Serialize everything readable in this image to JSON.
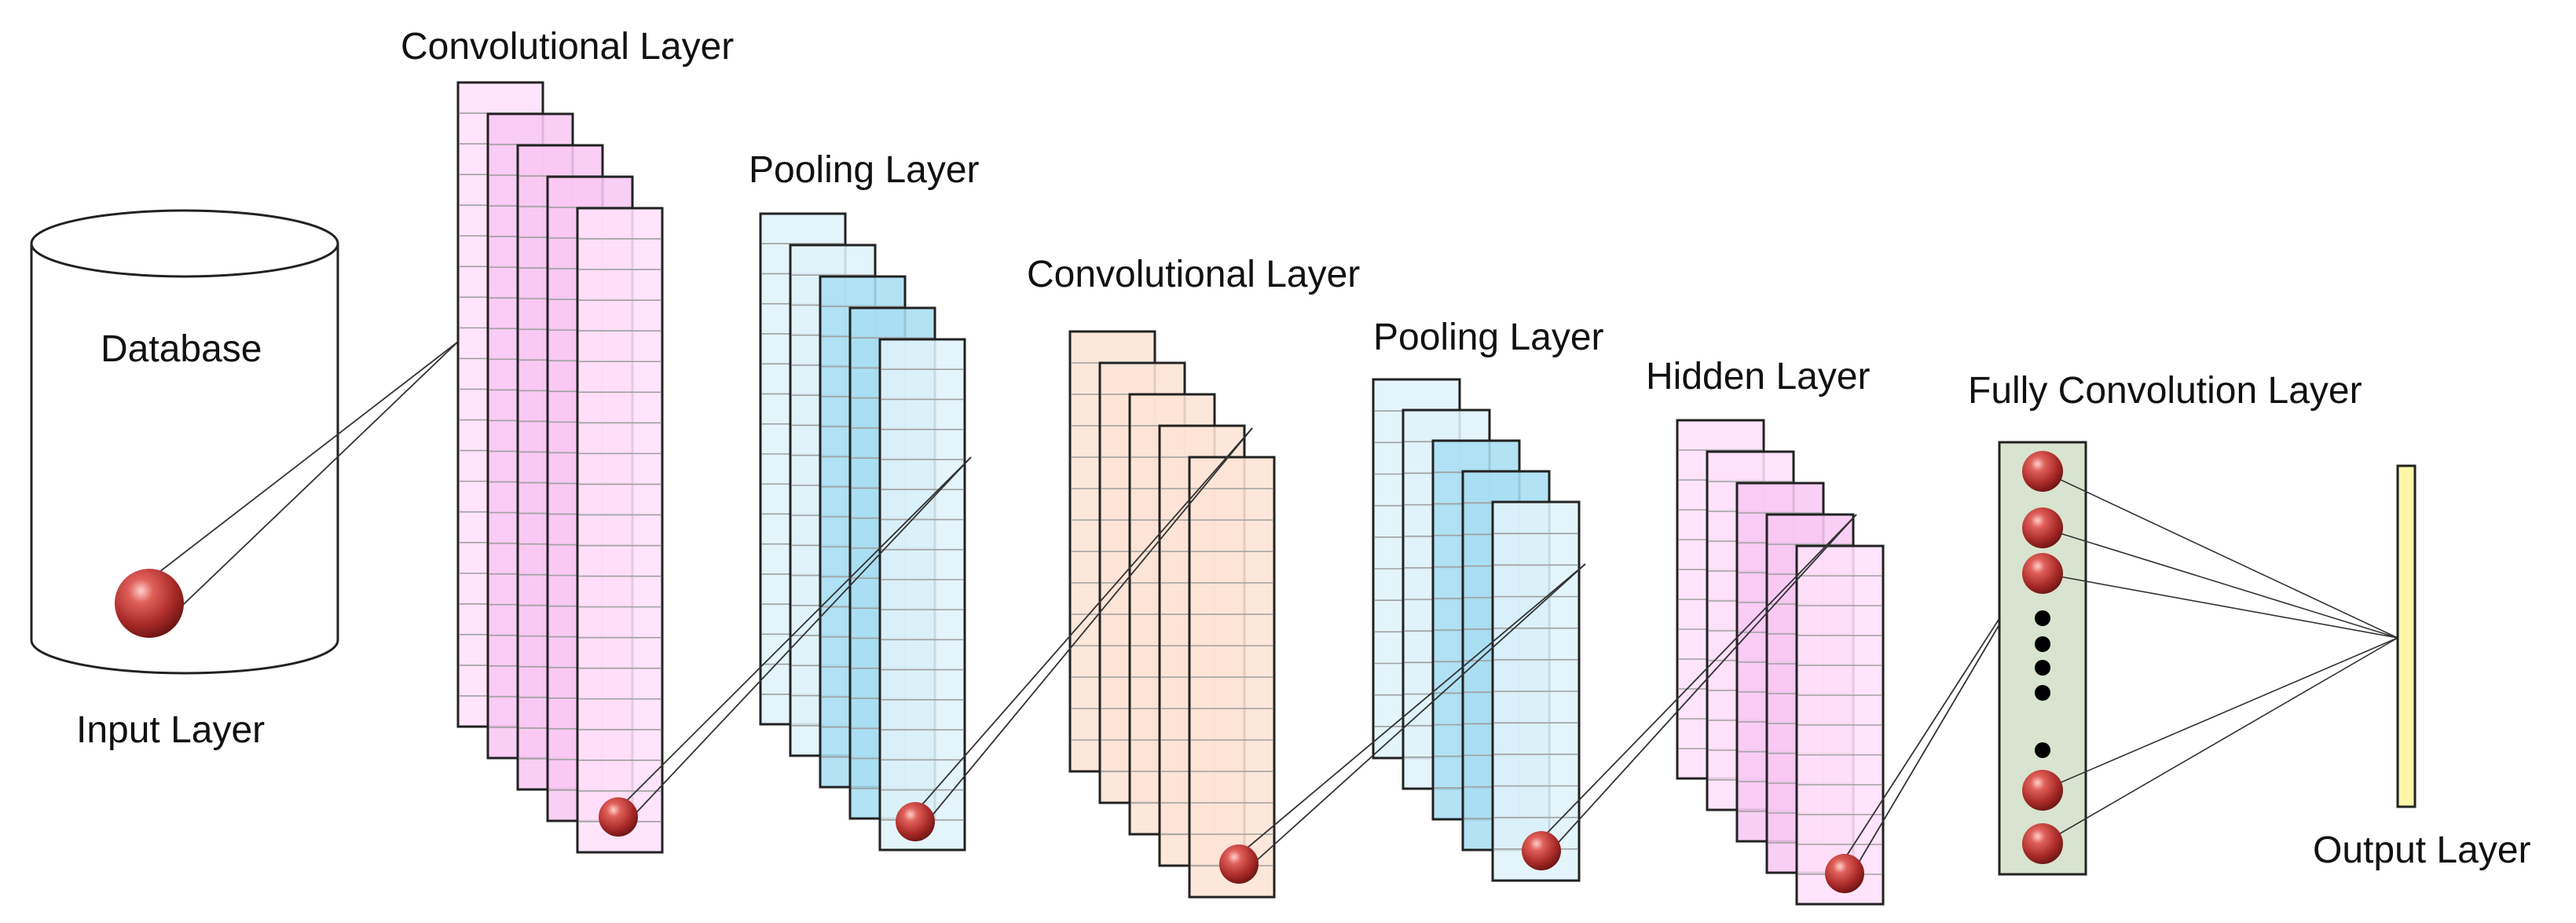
{
  "labels": {
    "database": "Database",
    "input_layer": "Input Layer",
    "conv_layer_1": "Convolutional Layer",
    "pool_layer_1": "Pooling Layer",
    "conv_layer_2": "Convolutional Layer",
    "pool_layer_2": "Pooling Layer",
    "hidden_layer": "Hidden Layer",
    "fc_layer": "Fully Convolution Layer",
    "output_layer": "Output Layer"
  },
  "colors": {
    "conv1_fill": "#ffe0fb",
    "conv1_mid": "#f8c8f4",
    "pool_fill": "#dff3fb",
    "pool_mid": "#a8def2",
    "conv2_fill": "#fde4d6",
    "hidden_fill": "#ffe0fb",
    "hidden_mid": "#f8c8f4",
    "fc_fill": "#d8e4cf",
    "output_fill": "#fbf7a6",
    "neuron": "#b8302e"
  }
}
